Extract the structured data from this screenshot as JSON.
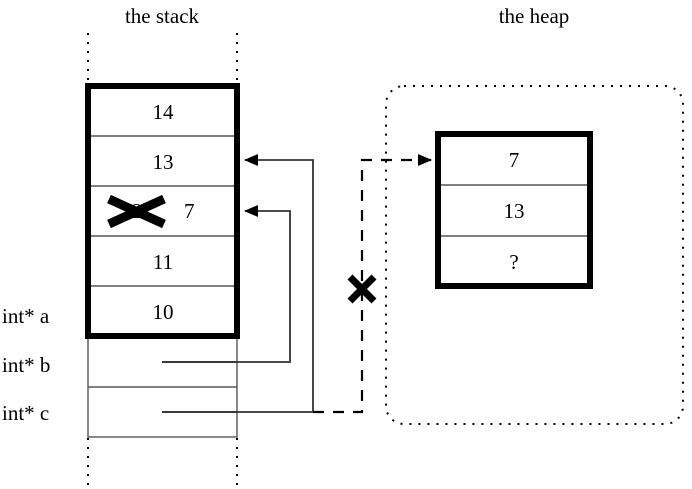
{
  "diagram": {
    "title_stack": "the stack",
    "title_heap": "the heap",
    "stack": {
      "active_cells": [
        {
          "value": "14",
          "struck": false
        },
        {
          "value": "13",
          "struck": false
        },
        {
          "value": "12",
          "struck": true,
          "replacement": "7"
        },
        {
          "value": "11",
          "struck": false
        },
        {
          "value": "10",
          "struck": false
        }
      ],
      "pointer_rows": [
        {
          "label": "int* a",
          "value": ""
        },
        {
          "label": "int* b",
          "value": ""
        },
        {
          "label": "int* c",
          "value": ""
        }
      ]
    },
    "heap": {
      "cells": [
        {
          "value": "7"
        },
        {
          "value": "13"
        },
        {
          "value": "?"
        }
      ]
    },
    "annotations": {
      "invalid_pointer_mark": "✕",
      "struck_value_mark": "✕"
    },
    "colors": {
      "ink": "#000000",
      "paper": "#ffffff",
      "thin_rule": "#555555"
    }
  }
}
